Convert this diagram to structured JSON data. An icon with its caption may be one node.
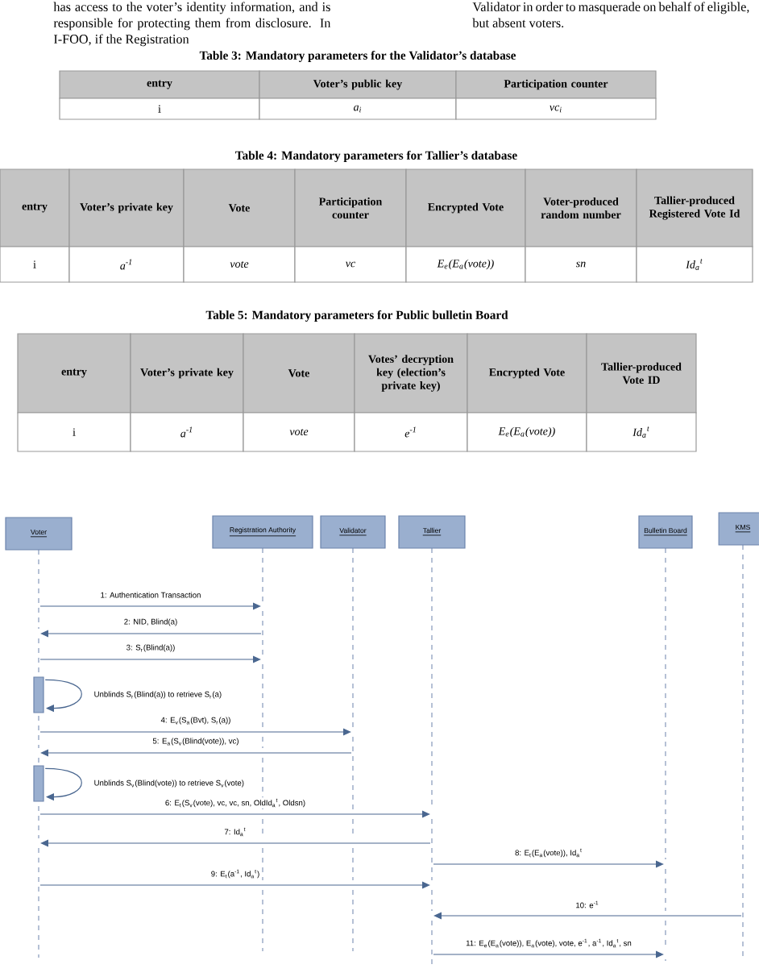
{
  "diagram": {
    "nodes": [
      {
        "text": [
          "Voter"
        ]
      },
      {
        "text": [
          "Registration Authority"
        ]
      },
      {
        "text": [
          "Validator"
        ]
      },
      {
        "text": [
          "Tallier"
        ]
      },
      {
        "text": [
          "Bulletin Board"
        ]
      },
      {
        "text": [
          "KMS"
        ]
      },
      {
        "text": [],
        "shape": "line"
      },
      {
        "text": [],
        "shape": "line"
      },
      {
        "text": [],
        "shape": "line"
      },
      {
        "text": [],
        "shape": "line"
      },
      {
        "text": [],
        "shape": "line"
      },
      {
        "text": [],
        "shape": "line"
      },
      {
        "text": [],
        "shape": "bar"
      },
      {
        "text": [],
        "shape": "bar"
      }
    ],
    "edges": [
      {
        "from": 6,
        "to": 7,
        "arrow": "to",
        "label": "1: Authentication Transaction"
      },
      {
        "from": 7,
        "to": 6,
        "arrow": "to",
        "label": "2: NID, Blind(a)"
      },
      {
        "from": 6,
        "to": 7,
        "arrow": "to",
        "label": "3: S$_{r}$(Blind(a))"
      },
      {
        "from": 12,
        "to": 12,
        "arrow": "to",
        "label": "Unblinds S$_{r}$(Blind(a)) to retrieve S$_{r}$(a)"
      },
      {
        "from": 6,
        "to": 8,
        "arrow": "to",
        "label": "4: E$_{v}$(S$_{a}$(Bvt), S$_{r}$(a))"
      },
      {
        "from": 8,
        "to": 6,
        "arrow": "to",
        "label": "5: E$_{a}$(S$_{v}$(Blind(vote)), vc)"
      },
      {
        "from": 13,
        "to": 13,
        "arrow": "to",
        "label": "Unblinds S$_{v}$(Blind(vote)) to retrieve S$_{v}$(vote)"
      },
      {
        "from": 6,
        "to": 9,
        "arrow": "to",
        "label": "6: E$_{t}$(S$_{v}$(vote), vc, vc, sn, OldId$_{a}$$^{t}$, Oldsn)"
      },
      {
        "from": 9,
        "to": 6,
        "arrow": "to",
        "label": "7: Id$_{a}$$^{t}$"
      },
      {
        "from": 9,
        "to": 10,
        "arrow": "to",
        "label": "8: E$_{t}$(E$_{a}$(vote)), Id$_{a}$$^{t}$"
      },
      {
        "from": 6,
        "to": 9,
        "arrow": "to",
        "label": "9: E$_{t}$(a$^{-1}$, Id$_{a}$$^{t}$)"
      },
      {
        "from": 11,
        "to": 9,
        "arrow": "to",
        "label": "10: e$^{-1}$"
      },
      {
        "from": 9,
        "to": 10,
        "arrow": "to",
        "label": "11: E$_{e}$(E$_{a}$(vote)), E$_{a}$(vote), vote, e$^{-1}$, a$^{-1}$, Id$_{a}$$^{t}$, sn"
      }
    ],
    "labels": [
      "has access to the voter’s identity information, and is responsible for protecting them from disclosure. In I-FOO, if the Registration",
      "Validator in order to masquerade on behalf of eligible, but absent voters.",
      "Table 3: Mandatory parameters for the Validator’s database",
      "entry",
      "Voter’s public key",
      "Participation counter",
      "i",
      "a$_{i}$",
      "vc$_{i}$",
      "Table 4: Mandatory parameters for Tallier’s database",
      "entry",
      "Voter’s private key",
      "Vote",
      "Participation counter",
      "Encrypted Vote",
      "Voter-produced random number",
      "Tallier-produced Registered Vote Id",
      "i",
      "a$^{-1}$",
      "vote",
      "vc",
      "E$_{e}$(E$_{a}$(vote))",
      "sn",
      "Id$_{a}$$^{t}$",
      "Table 5: Mandatory parameters for Public bulletin Board",
      "entry",
      "Voter’s private key",
      "Vote",
      "Votes’ decryption key (election’s private key)",
      "Encrypted Vote",
      "Tallier-produced Vote ID",
      "i",
      "a$^{-1}$",
      "vote",
      "e$^{-1}$",
      "E$_{e}$(E$_{a}$(vote))",
      "Id$_{a}$$^{t}$"
    ]
  }
}
